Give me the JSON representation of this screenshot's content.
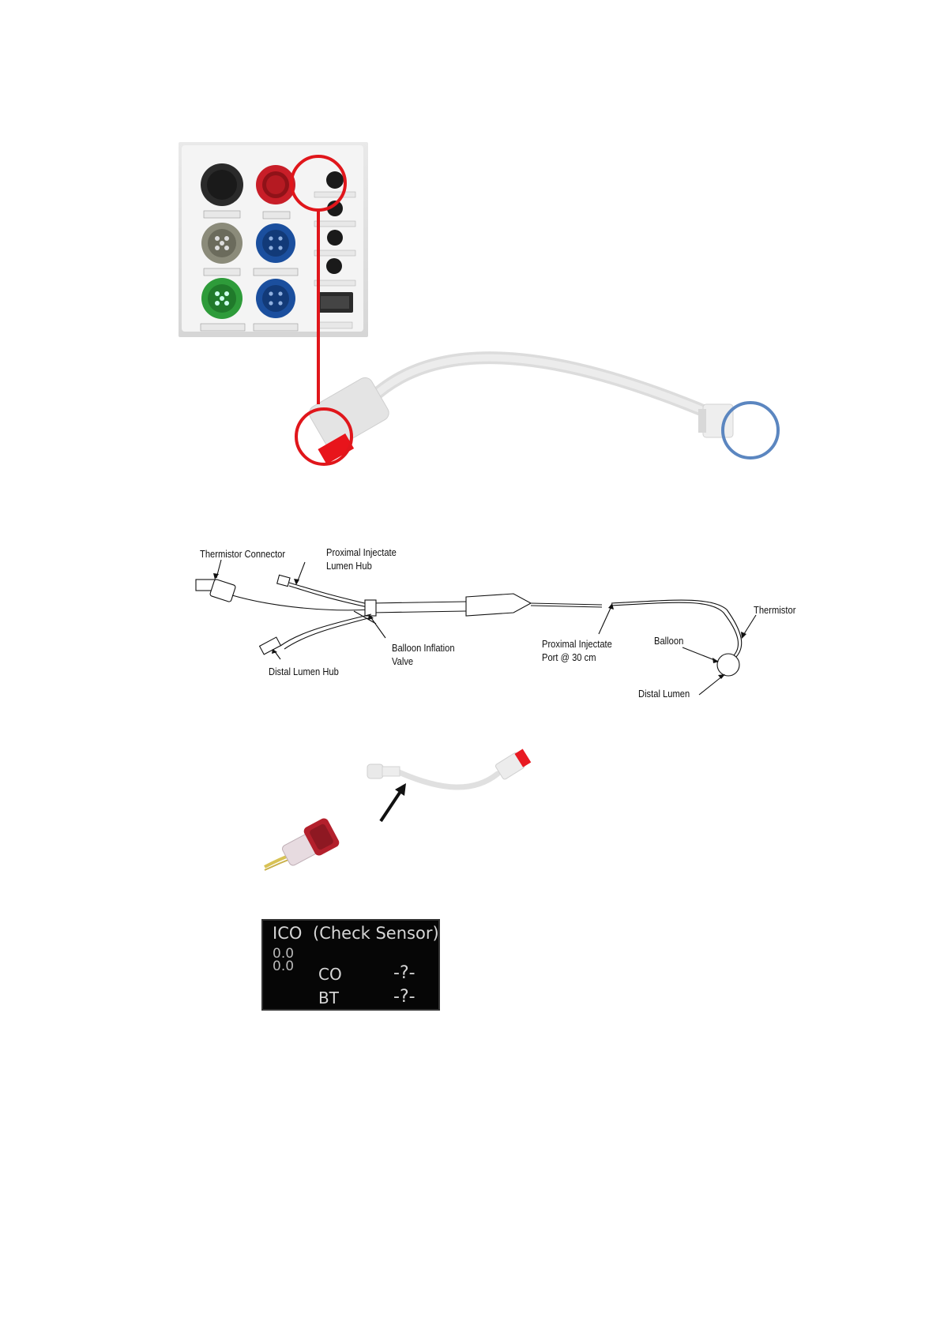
{
  "catheter_diagram": {
    "thermistor_connector": "Thermistor Connector",
    "proximal_injectate_lumen_hub": [
      "Proximal Injectate",
      "Lumen Hub"
    ],
    "balloon_inflation_valve": [
      "Balloon Inflation",
      "Valve"
    ],
    "distal_lumen_hub": "Distal Lumen Hub",
    "proximal_injectate_port": [
      "Proximal Injectate",
      "Port @ 30 cm"
    ],
    "balloon": "Balloon",
    "thermistor": "Thermistor",
    "distal_lumen": "Distal Lumen"
  },
  "ico_display": {
    "title": "ICO",
    "status": "(Check Sensor)",
    "values": [
      "0.0",
      "0.0"
    ],
    "rows": [
      {
        "label": "CO",
        "value": "-?-"
      },
      {
        "label": "BT",
        "value": "-?-"
      }
    ]
  },
  "colors": {
    "highlight_red": "#e0161b",
    "highlight_blue": "#5b86c0",
    "port_red": "#c81e28",
    "port_blue": "#1b4f9e",
    "port_green": "#2e9b3a",
    "port_grey": "#8b8b7a"
  },
  "icons": [
    "module-panel-photo",
    "interface-cable-photo",
    "catheter-line-drawing",
    "cable-photo",
    "connector-photo",
    "ico-monitor-screen"
  ]
}
